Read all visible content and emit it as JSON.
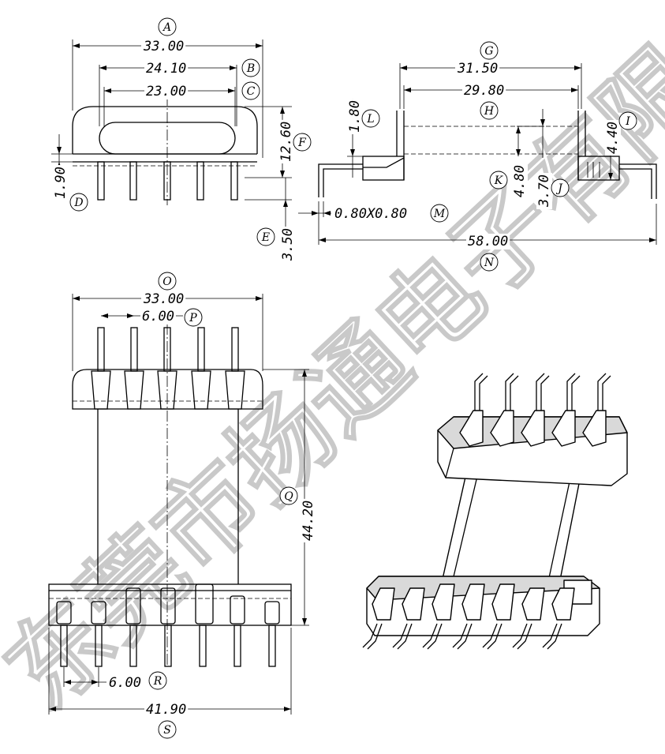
{
  "dimensions": [
    {
      "letter": "A",
      "value": "33.00"
    },
    {
      "letter": "B",
      "value": "24.10"
    },
    {
      "letter": "C",
      "value": "23.00"
    },
    {
      "letter": "D",
      "value": "1.90"
    },
    {
      "letter": "E",
      "value": "3.50"
    },
    {
      "letter": "F",
      "value": "12.60"
    },
    {
      "letter": "G",
      "value": "31.50"
    },
    {
      "letter": "H",
      "value": "29.80"
    },
    {
      "letter": "I",
      "value": "4.40"
    },
    {
      "letter": "J",
      "value": "3.70"
    },
    {
      "letter": "K",
      "value": "4.80"
    },
    {
      "letter": "L",
      "value": "1.80"
    },
    {
      "letter": "M",
      "value": "0.80X0.80"
    },
    {
      "letter": "N",
      "value": "58.00"
    },
    {
      "letter": "O",
      "value": "33.00"
    },
    {
      "letter": "P",
      "value": "6.00"
    },
    {
      "letter": "Q",
      "value": "44.20"
    },
    {
      "letter": "R",
      "value": "6.00"
    },
    {
      "letter": "S",
      "value": "41.90"
    }
  ],
  "watermark": "东莞市扬通电子有限公司",
  "colors": {
    "line": "#000000",
    "watermark": "#c9c9c9",
    "background": "#ffffff"
  }
}
